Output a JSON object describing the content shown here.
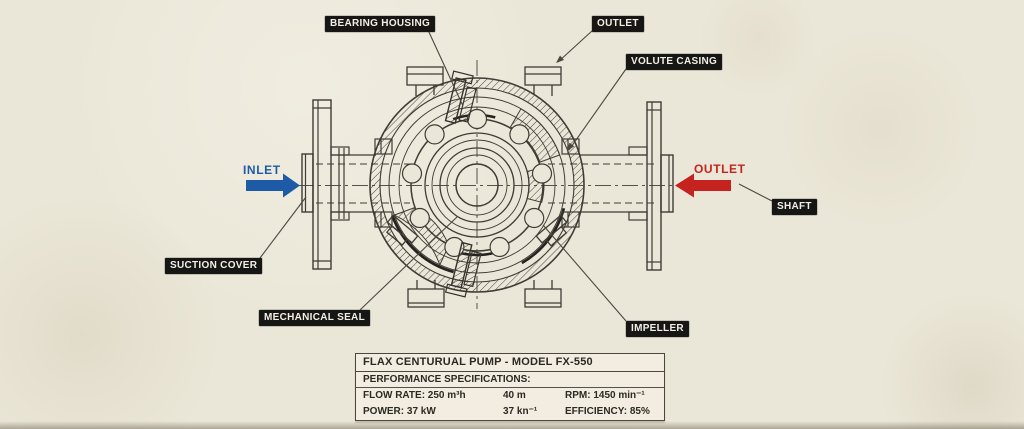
{
  "paper": {
    "background": "#ebe7d8",
    "drawing_line_color": "#3e3c35"
  },
  "callouts": {
    "bearing_housing": "BEARING HOUSING",
    "outlet_top": "OUTLET",
    "volute_casing": "VOLUTE CASING",
    "shaft": "SHAFT",
    "suction_cover": "SUCTION COVER",
    "mechanical_seal": "MECHANICAL SEAL",
    "impeller": "IMPELLER"
  },
  "flow": {
    "inlet": {
      "label": "INLET",
      "color": "#1d5ba6"
    },
    "outlet": {
      "label": "OUTLET",
      "color": "#c4231f"
    }
  },
  "spec_table": {
    "title": "FLAX CENTURUAL PUMP - MODEL FX-550",
    "subtitle": "PERFORMANCE SPECIFICATIONS:",
    "rows": [
      [
        "FLOW RATE: 250 m³h",
        "40 m",
        "RPM: 1450 min⁻¹"
      ],
      [
        "POWER: 37 kW",
        "37 kn⁻¹",
        "EFFICIENCY: 85%"
      ]
    ]
  }
}
